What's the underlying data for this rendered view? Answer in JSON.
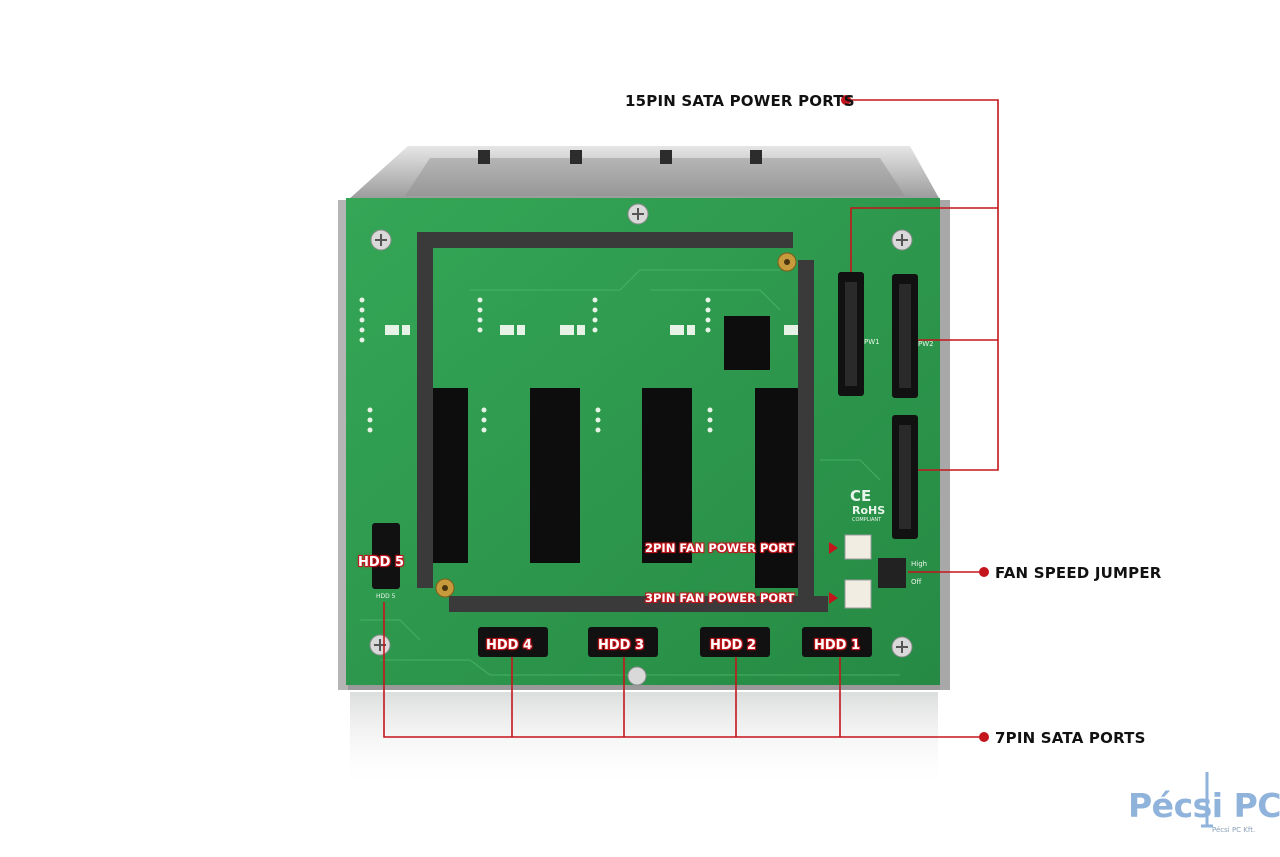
{
  "callouts": {
    "sata_power": "15PIN SATA POWER PORTS",
    "fan_jumper": "FAN SPEED JUMPER",
    "sata_ports": "7PIN SATA PORTS",
    "fan2": "2PIN FAN POWER PORT",
    "fan3": "3PIN FAN POWER PORT"
  },
  "hdd_labels": [
    "HDD 5",
    "HDD 4",
    "HDD 3",
    "HDD 2",
    "HDD 1"
  ],
  "board_print": {
    "pw1": "PW1",
    "pw2": "PW2",
    "cert": "CE",
    "rohs": "RoHS",
    "rohs_sub": "COMPLIANT",
    "jumper_high": "High",
    "jumper_off": "Off",
    "hdd5_silk": "HDD 5"
  },
  "logo": {
    "text": "Pécsi PC",
    "subtitle": "Pécsi PC Kft."
  },
  "colors": {
    "pcb": "#2d9a4e",
    "accent_red": "#c4151c",
    "chassis": "#c9c9c9",
    "foam": "#3a3a3a"
  }
}
